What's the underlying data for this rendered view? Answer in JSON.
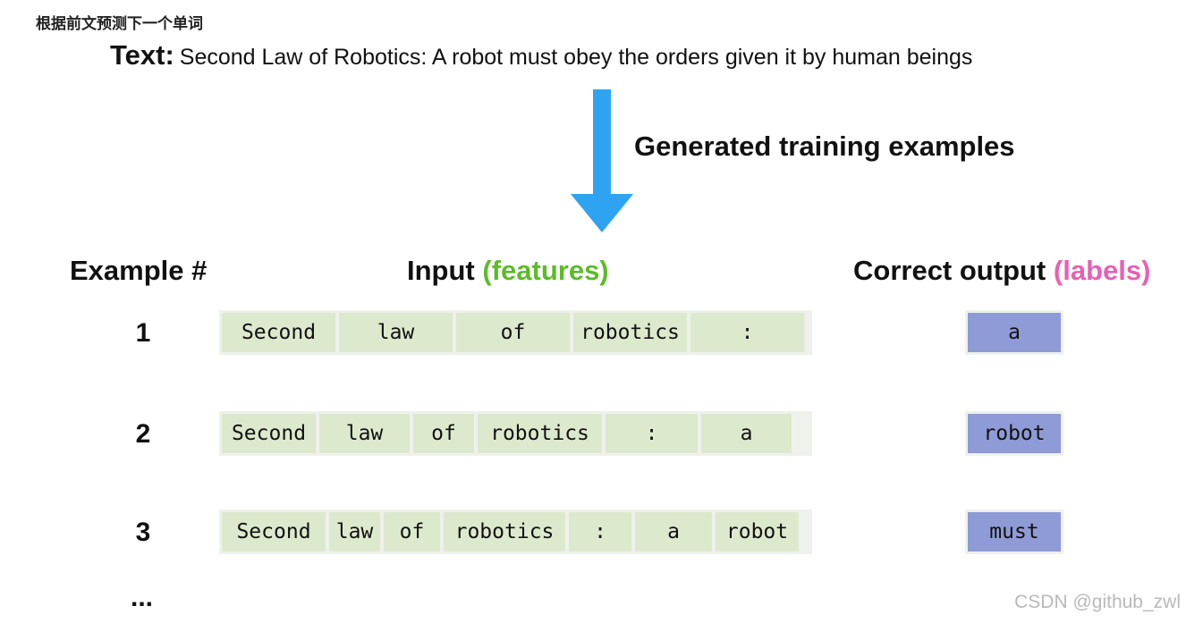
{
  "heading": "根据前文预测下一个单词",
  "text_label": "Text:",
  "text_content": "Second Law of Robotics: A robot must obey the orders given it by human beings",
  "arrow_label": "Generated training examples",
  "columns": {
    "example": "Example #",
    "input_prefix": "Input",
    "input_highlight": "(features)",
    "output_prefix": "Correct output",
    "output_highlight": "(labels)"
  },
  "examples": [
    {
      "number": "1",
      "tokens": [
        "Second",
        "law",
        "of",
        "robotics",
        ":"
      ],
      "label": "a"
    },
    {
      "number": "2",
      "tokens": [
        "Second",
        "law",
        "of",
        "robotics",
        ":",
        "a"
      ],
      "label": "robot"
    },
    {
      "number": "3",
      "tokens": [
        "Second",
        "law",
        "of",
        "robotics",
        ":",
        "a",
        "robot"
      ],
      "label": "must"
    }
  ],
  "ellipsis": "...",
  "watermark": "CSDN @github_zwl",
  "colors": {
    "arrow": "#2ea3f2",
    "features": "#5dbb2a",
    "labels": "#e860b3",
    "input_token": "#dde9cd",
    "output_token": "#8e9bd6"
  }
}
